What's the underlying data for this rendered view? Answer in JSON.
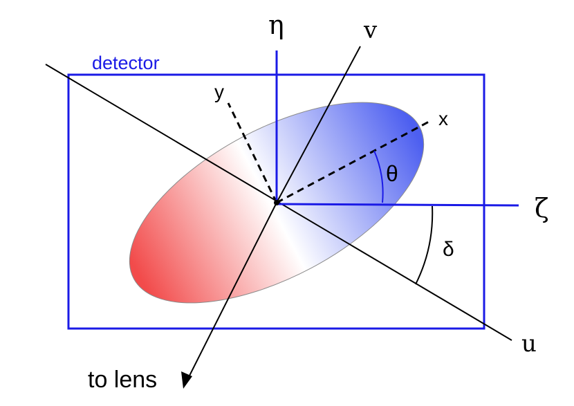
{
  "diagram": {
    "labels": {
      "detector": "detector",
      "eta": "η",
      "v": "v",
      "y": "y",
      "x": "x",
      "theta": "θ",
      "zeta": "ζ",
      "delta": "δ",
      "u": "u",
      "to_lens": "to lens"
    },
    "colors": {
      "detector_frame": "#1a1ae6",
      "axes_blue": "#1a1ae6",
      "lines_black": "#000000",
      "ellipse_left": "#f24b4b",
      "ellipse_center": "#ffffff",
      "ellipse_right": "#4d5ff0",
      "ellipse_edge": "#8a8a8a"
    }
  }
}
